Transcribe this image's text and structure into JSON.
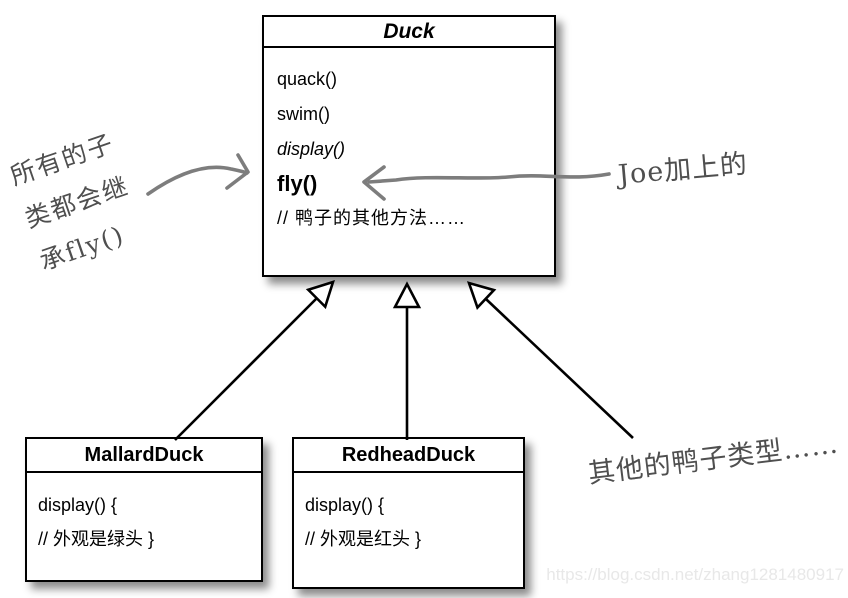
{
  "duck_class": {
    "title": "Duck",
    "method_quack": "quack()",
    "method_swim": "swim()",
    "method_display": "display()",
    "method_fly": "fly()",
    "comment": "// 鸭子的其他方法……"
  },
  "mallard_class": {
    "title": "MallardDuck",
    "method_display": "display() {",
    "comment": "// 外观是绿头 }"
  },
  "redhead_class": {
    "title": "RedheadDuck",
    "method_display": "display() {",
    "comment": "// 外观是红头 }"
  },
  "notes": {
    "inherit_note_line1": "所有的子",
    "inherit_note_line2": "类都会继",
    "inherit_note_line3": "承fly()",
    "joe_note": "Joe加上的",
    "other_ducks_note": "其他的鸭子类型……"
  },
  "watermark": "https://blog.csdn.net/zhang1281480917",
  "colors": {
    "box_border": "#000000",
    "box_background": "#ffffff",
    "note_ink": "#4f4f4f",
    "sketch_arrow_gray": "#7d7d7d",
    "watermark_gray": "#e8e8e8"
  }
}
